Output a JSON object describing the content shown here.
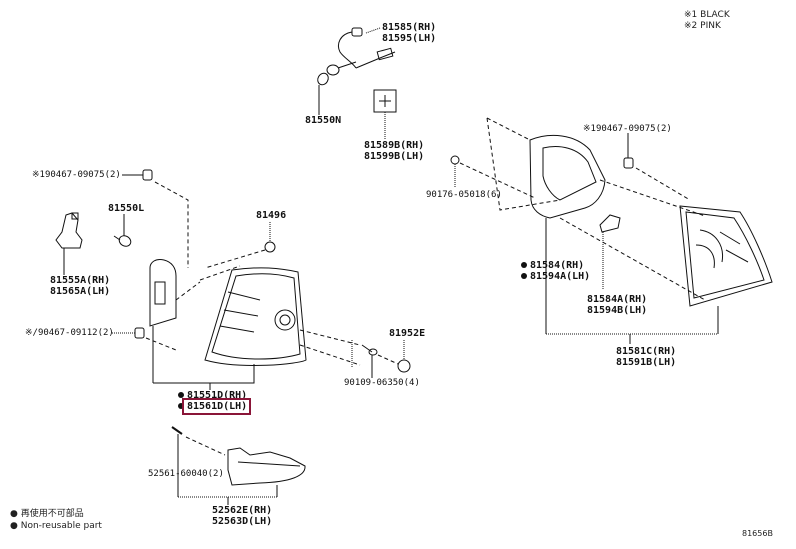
{
  "legend_top": {
    "items": [
      {
        "mark": "※1",
        "text": "BLACK"
      },
      {
        "mark": "※2",
        "text": "PINK"
      }
    ]
  },
  "legend_bottom": {
    "items": [
      {
        "mark": "●",
        "text": "再使用不可部品"
      },
      {
        "mark": "●",
        "text": "Non-reusable part"
      }
    ]
  },
  "diagram_id": "81656B",
  "highlight_color": "#8a1538",
  "parts": {
    "socket_wire": {
      "rh": "81585(RH)",
      "lh": "81595(LH)"
    },
    "bulb_n": "81550N",
    "gasket": {
      "rh": "81589B(RH)",
      "lh": "81599B(LH)"
    },
    "clip_left_top": "※190467-09075(2)",
    "bulb_l": "81550L",
    "socket": {
      "rh": "81555A(RH)",
      "lh": "81565A(LH)"
    },
    "clip_81496": "81496",
    "clip_left_mid": "※/90467-09112(2)",
    "cap": "81952E",
    "screw_left": "90109-06350(4)",
    "lamp_left": {
      "rh": "81551D(RH)",
      "lh": "81561D(LH)"
    },
    "screw_lower": "52561-60040(2)",
    "bracket": {
      "rh": "52562E(RH)",
      "lh": "52563D(LH)"
    },
    "clip_right_top": "※190467-09075(2)",
    "screw_right": "90176-05018(6)",
    "gasket_right": {
      "rh": "81584(RH)",
      "lh": "81594A(LH)"
    },
    "pad_right": {
      "rh": "81584A(RH)",
      "lh": "81594B(LH)"
    },
    "lamp_right": {
      "rh": "81581C(RH)",
      "lh": "81591B(LH)"
    }
  }
}
